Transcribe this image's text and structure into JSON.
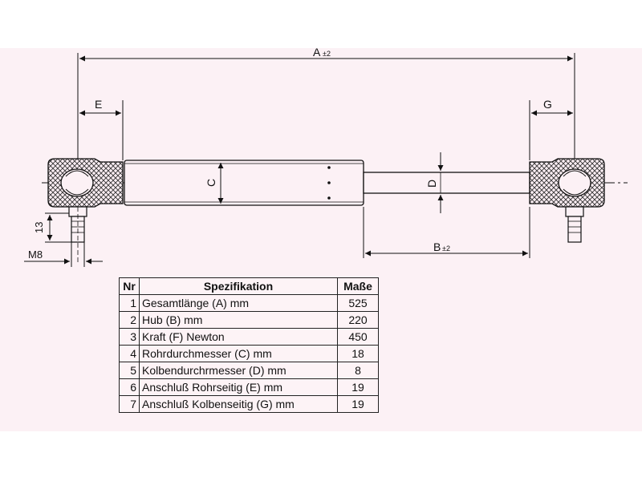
{
  "diagram": {
    "dimension_labels": {
      "A": "A",
      "A_tol": "±2",
      "B": "B",
      "B_tol": "±2",
      "C": "C",
      "D": "D",
      "E": "E",
      "G": "G",
      "thread_height": "13",
      "thread": "M8"
    }
  },
  "table": {
    "headers": {
      "nr": "Nr",
      "spec": "Spezifikation",
      "value": "Maße"
    },
    "rows": [
      {
        "nr": "1",
        "spec": "Gesamtlänge (A) mm",
        "value": "525"
      },
      {
        "nr": "2",
        "spec": "Hub (B)  mm",
        "value": "220"
      },
      {
        "nr": "3",
        "spec": "Kraft (F) Newton",
        "value": "450"
      },
      {
        "nr": "4",
        "spec": "Rohrdurchmesser (C) mm",
        "value": "18"
      },
      {
        "nr": "5",
        "spec": "Kolbendurchrmesser (D) mm",
        "value": "8"
      },
      {
        "nr": "6",
        "spec": "Anschluß Rohrseitig (E) mm",
        "value": "19"
      },
      {
        "nr": "7",
        "spec": "Anschluß Kolbenseitig (G) mm",
        "value": "19"
      }
    ]
  }
}
